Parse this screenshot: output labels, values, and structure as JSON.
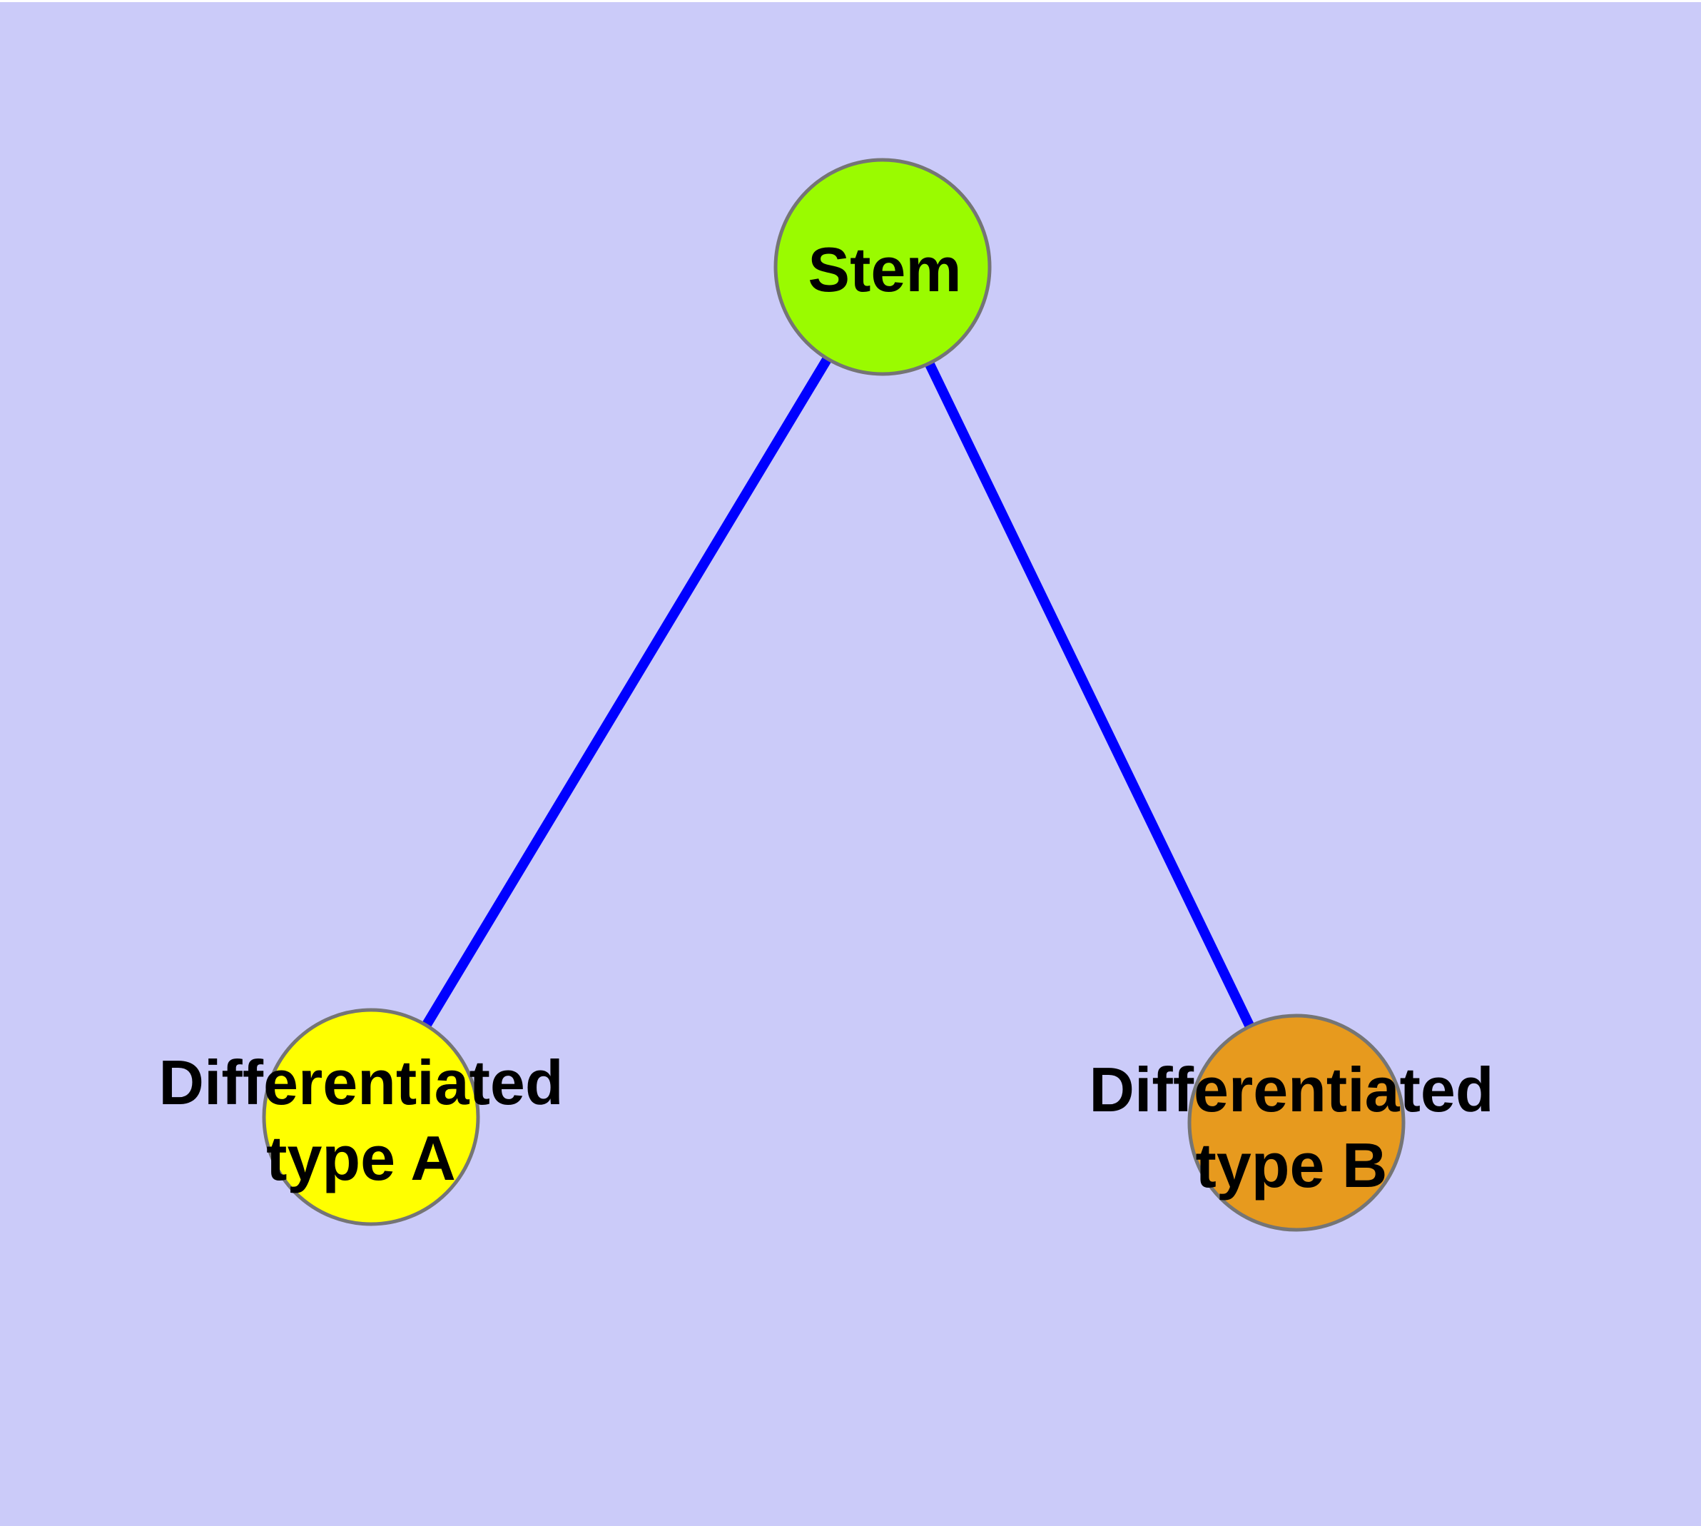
{
  "canvas": {
    "background_color": "#CBCBF9",
    "top_border_color": "#FFFFFF"
  },
  "graph": {
    "label_color": "#000000",
    "nodes": [
      {
        "id": "stem",
        "label": "Stem",
        "lines": [
          "Stem"
        ],
        "fill_color": "#9AFB00",
        "border_color": "#757575"
      },
      {
        "id": "type-a",
        "label": "Differentiated type A",
        "lines": [
          "Differentiated",
          "type A"
        ],
        "fill_color": "#FFFF00",
        "border_color": "#757575"
      },
      {
        "id": "type-b",
        "label": "Differentiated type B",
        "lines": [
          "Differentiated",
          "type B"
        ],
        "fill_color": "#E79A1E",
        "border_color": "#757575"
      }
    ],
    "edges": [
      {
        "from": "Stem",
        "to": "Differentiated type A",
        "color": "#0000FF"
      },
      {
        "from": "Stem",
        "to": "Differentiated type B",
        "color": "#0000FF"
      }
    ]
  }
}
